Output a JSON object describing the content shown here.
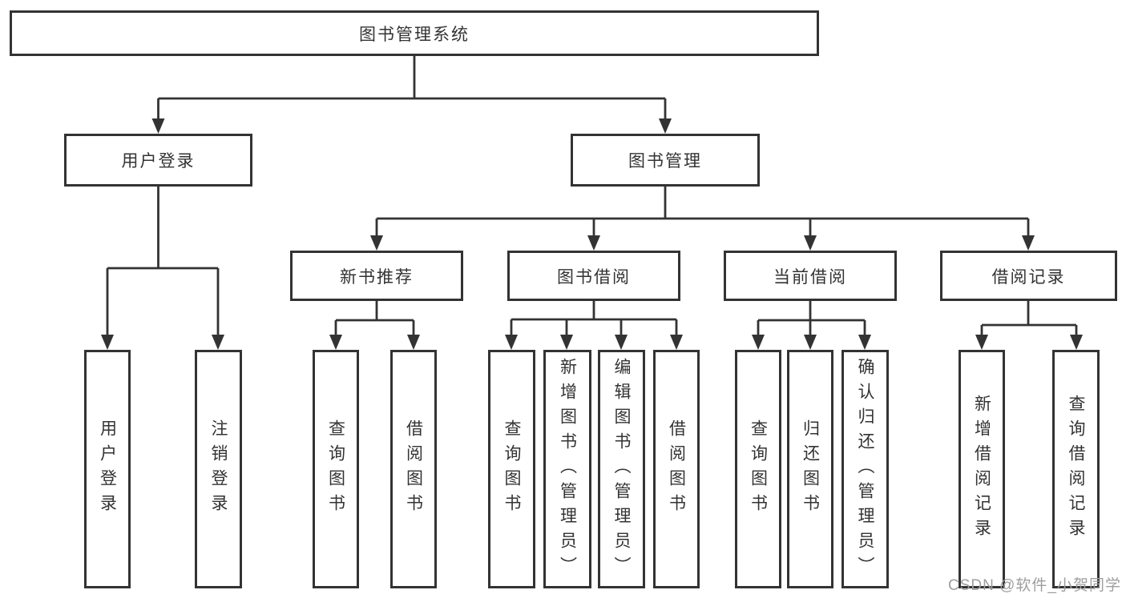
{
  "tree": {
    "label": "图书管理系统",
    "children": [
      {
        "label": "用户登录",
        "children": [
          {
            "label": "用户登录"
          },
          {
            "label": "注销登录"
          }
        ]
      },
      {
        "label": "图书管理",
        "children": [
          {
            "label": "新书推荐",
            "children": [
              {
                "label": "查询图书"
              },
              {
                "label": "借阅图书"
              }
            ]
          },
          {
            "label": "图书借阅",
            "children": [
              {
                "label": "查询图书"
              },
              {
                "label": "新增图书（管理员）"
              },
              {
                "label": "编辑图书（管理员）"
              },
              {
                "label": "借阅图书"
              }
            ]
          },
          {
            "label": "当前借阅",
            "children": [
              {
                "label": "查询图书"
              },
              {
                "label": "归还图书"
              },
              {
                "label": "确认归还（管理员）"
              }
            ]
          },
          {
            "label": "借阅记录",
            "children": [
              {
                "label": "新增借阅记录"
              },
              {
                "label": "查询借阅记录"
              }
            ]
          }
        ]
      }
    ]
  },
  "watermark": {
    "text": "CSDN @软件_小贺同学"
  },
  "colors": {
    "line": "#333333",
    "text": "#333333",
    "box_bg": "#ffffff",
    "background": "#ffffff",
    "watermark": "#9e9e9e"
  }
}
